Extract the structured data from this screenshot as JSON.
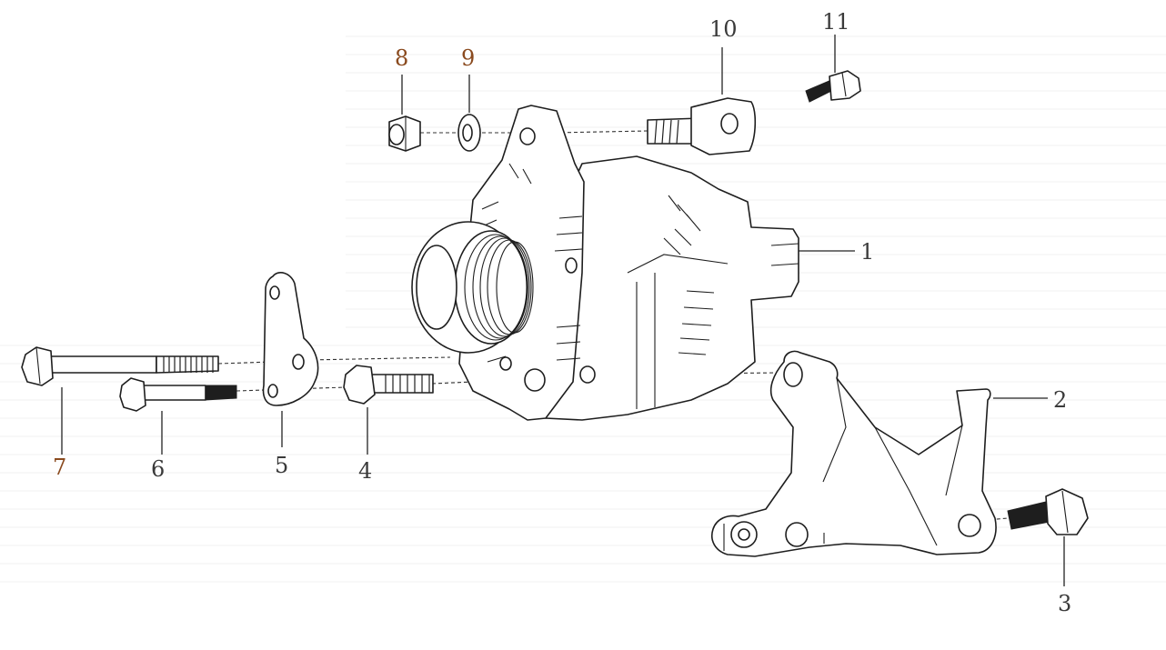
{
  "callouts": {
    "c1": "1",
    "c2": "2",
    "c3": "3",
    "c4": "4",
    "c5": "5",
    "c6": "6",
    "c7": "7",
    "c8": "8",
    "c9": "9",
    "c10": "10",
    "c11": "11"
  },
  "colors": {
    "line": "#1e1e1e",
    "callout_text": "#3a3a3a",
    "callout_text_alt": "#8a4a1e",
    "background": "#ffffff"
  }
}
